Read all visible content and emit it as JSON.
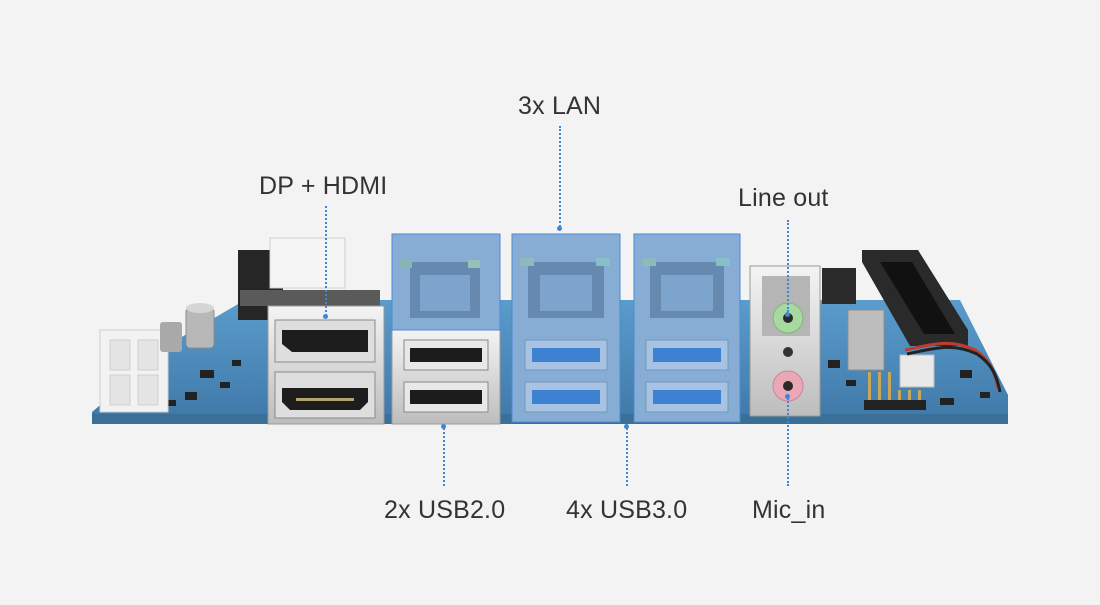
{
  "labels": {
    "lan": "3x LAN",
    "display": "DP + HDMI",
    "line_out": "Line out",
    "usb2": "2x USB2.0",
    "usb3": "4x USB3.0",
    "mic_in": "Mic_in"
  },
  "colors": {
    "background": "#f3f3f3",
    "pcb": "#4f8fc0",
    "highlight": "#7fb0e3",
    "leader": "#3f86d6",
    "text": "#333333",
    "line_out_jack": "#9fd59a",
    "mic_in_jack": "#e9a3b4"
  }
}
